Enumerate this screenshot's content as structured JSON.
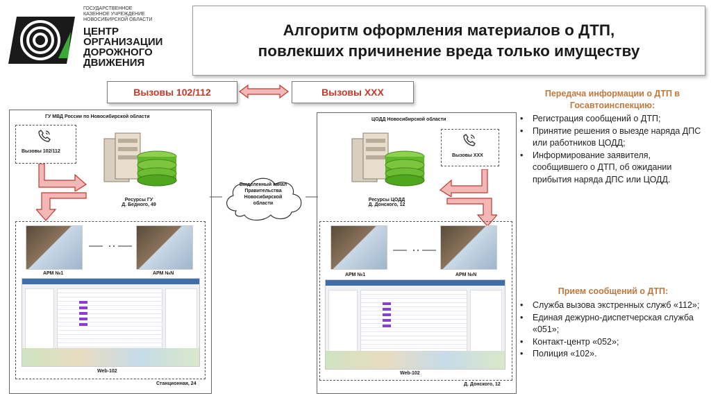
{
  "org": {
    "small_text": "ГОСУДАРСТВЕННОЕ\nКАЗЕННОЕ УЧРЕЖДЕНИЕ\nНОВОСИБИРСКОЙ ОБЛАСТИ",
    "name_line1": "ЦЕНТР",
    "name_line2": "ОРГАНИЗАЦИИ",
    "name_line3": "ДОРОЖНОГО",
    "name_line4": "ДВИЖЕНИЯ"
  },
  "title": {
    "line1": "Алгоритм оформления материалов о ДТП,",
    "line2": "повлекших причинение вреда только имуществу"
  },
  "calls": {
    "left": "Вызовы 102/112",
    "right": "Вызовы ХХХ"
  },
  "left_block": {
    "header": "ГУ МВД России по Новосибирской области",
    "phone_label": "Вызовы 102/112",
    "resources_line1": "Ресурсы ГУ",
    "resources_line2": "Д. Бедного, 49",
    "arm1": "АРМ №1",
    "armN": "АРМ №N",
    "web": "Web-102",
    "address": "Станционная, 24"
  },
  "channel": {
    "line1": "Выделенный канал",
    "line2": "Правительства",
    "line3": "Новосибирской",
    "line4": "области"
  },
  "right_block": {
    "header": "ЦОДД Новосибирской области",
    "phone_label": "Вызовы ХХХ",
    "resources_line1": "Ресурсы ЦОДД",
    "resources_line2": "Д. Донского, 12",
    "arm1": "АРМ №1",
    "armN": "АРМ №N",
    "web": "Web-102",
    "address": "Д. Донского, 12"
  },
  "panel_transfer": {
    "heading_line1": "Передача информации о ДТП в",
    "heading_line2": "Госавтоинспекцию:",
    "items": [
      "Регистрация сообщений о ДТП;",
      "Принятие решения о выезде наряда ДПС или работников ЦОДД;",
      "Информирование заявителя, сообщившего о ДТП, об ожидании прибытия наряда ДПС или ЦОДД."
    ]
  },
  "panel_receive": {
    "heading": "Прием сообщений о ДТП:",
    "items": [
      "Служба вызова экстренных служб «112»;",
      "Единая дежурно-диспетчерская служба «051»;",
      "Контакт-центр «052»;",
      "Полиция «102»."
    ]
  },
  "colors": {
    "accent_red": "#c0392b",
    "heading_orange": "#c0783a",
    "arrow_fill": "#f2b8b8",
    "arrow_stroke": "#c0392b",
    "logo_green": "#3aaa35"
  },
  "icons": {
    "phone": "phone-icon",
    "server": "server-icon",
    "cloud": "cloud-icon"
  }
}
